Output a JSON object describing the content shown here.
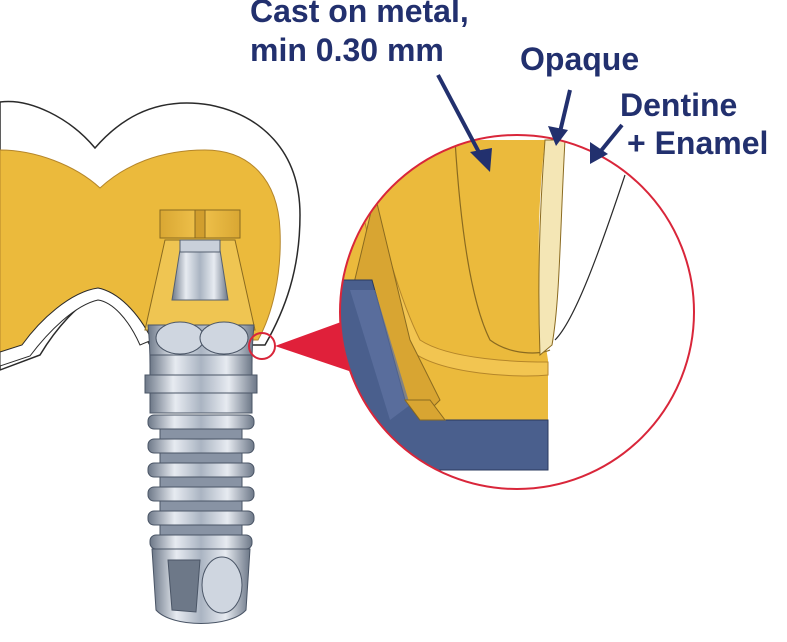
{
  "labels": {
    "cast_line1": "Cast on metal,",
    "cast_line2": "min 0.30 mm",
    "opaque": "Opaque",
    "dentine_line1": "Dentine",
    "dentine_line2": "+ Enamel"
  },
  "colors": {
    "label_text": "#22306e",
    "metal_gold": "#e9b83a",
    "metal_gold_dark": "#c8962a",
    "opaque_layer": "#f4e6b5",
    "abutment_blue": "#4a5f8d",
    "implant_steel": "#9aa6b6",
    "magnifier_ring": "#d9263a",
    "callout_pointer": "#e0203a",
    "outline": "#2a2a2a"
  },
  "icons": {
    "magnifier": "magnified-detail-circle",
    "arrow": "pointer-arrow"
  }
}
